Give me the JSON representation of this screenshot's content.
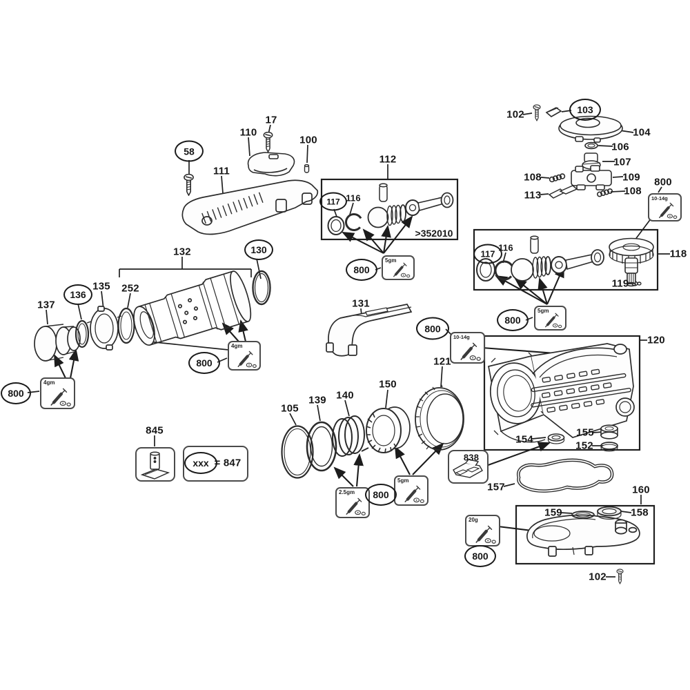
{
  "diagram": {
    "kind": "power-tool exploded parts diagram",
    "background": "#ffffff",
    "line_color": "#2b2b2b",
    "text_color": "#161616"
  },
  "labels": {
    "p58": "58",
    "p17": "17",
    "p110": "110",
    "p100": "100",
    "p111": "111",
    "p112": "112",
    "p117_112": "117",
    "p116_112": "116",
    "note_112": ">352010",
    "p800_112": "800",
    "g5_112": "5gm",
    "p102_tr": "102",
    "p103": "103",
    "p104": "104",
    "p106": "106",
    "p107": "107",
    "p108_a": "108",
    "p109": "109",
    "p113": "113",
    "p108_b": "108",
    "p800_tr": "800",
    "g1014_tr": "10-14g",
    "p118": "118",
    "p117_118": "117",
    "p116_118": "116",
    "p119": "119",
    "p800_118": "800",
    "g5_118": "5gm",
    "p132": "132",
    "p130": "130",
    "p135": "135",
    "p136": "136",
    "p252": "252",
    "p137": "137",
    "p800_l": "800",
    "g4_l": "4gm",
    "p800_bl": "800",
    "g4_bl": "4gm",
    "p131": "131",
    "p800_mid": "800",
    "g1014_mid": "10-14g",
    "p120": "120",
    "p121": "121",
    "p154": "154",
    "p155": "155",
    "p152": "152",
    "p105": "105",
    "p139": "139",
    "p140": "140",
    "p150": "150",
    "g25": "2.5gm",
    "p800_bm": "800",
    "g5_bm": "5gm",
    "p838": "838",
    "p157": "157",
    "p160": "160",
    "p159": "159",
    "p158": "158",
    "g20": "20g",
    "p800_br": "800",
    "p102_br": "102",
    "p845": "845",
    "legend_xxx": "xxx",
    "legend_val": "= 847"
  }
}
